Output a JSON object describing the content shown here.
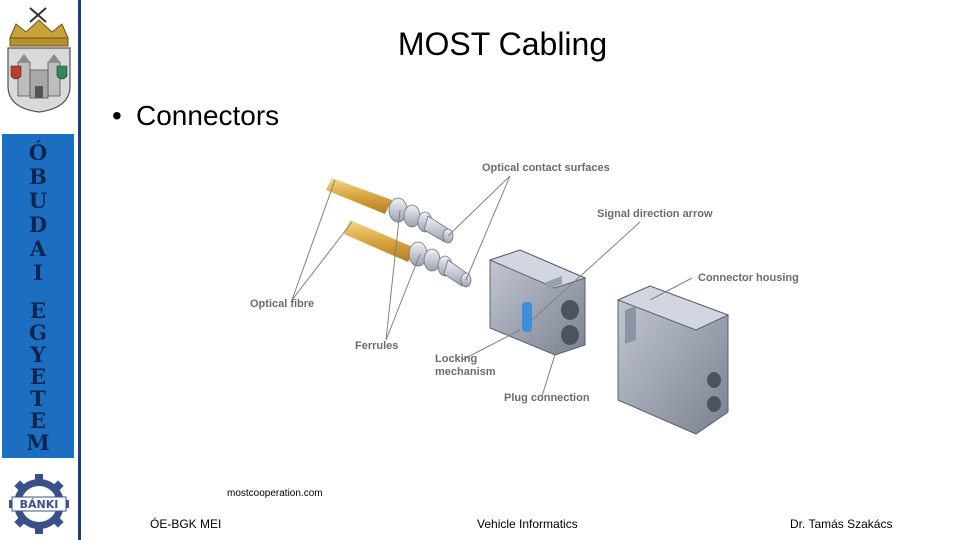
{
  "slide": {
    "title": "MOST Cabling",
    "bullet": "Connectors",
    "source": "mostcooperation.com"
  },
  "sidebar": {
    "letters": [
      "Ó",
      "B",
      "U",
      "D",
      "A",
      "I",
      "E",
      "G",
      "Y",
      "E",
      "T",
      "E",
      "M"
    ],
    "logo_text": "BÁNKI"
  },
  "figure": {
    "labels": {
      "optical_contact_surfaces": "Optical contact surfaces",
      "signal_direction_arrow": "Signal direction arrow",
      "connector_housing": "Connector housing",
      "optical_fibre": "Optical fibre",
      "ferrules": "Ferrules",
      "locking_mechanism_1": "Locking",
      "locking_mechanism_2": "mechanism",
      "plug_connection": "Plug connection"
    }
  },
  "footer": {
    "left": "ÓE-BGK MEI",
    "center": "Vehicle Informatics",
    "right": "Dr. Tamás Szakács"
  },
  "colors": {
    "sidebar_band": "#1c6fc0",
    "sidebar_text": "#0b2550",
    "rule": "#1f3d7a"
  }
}
